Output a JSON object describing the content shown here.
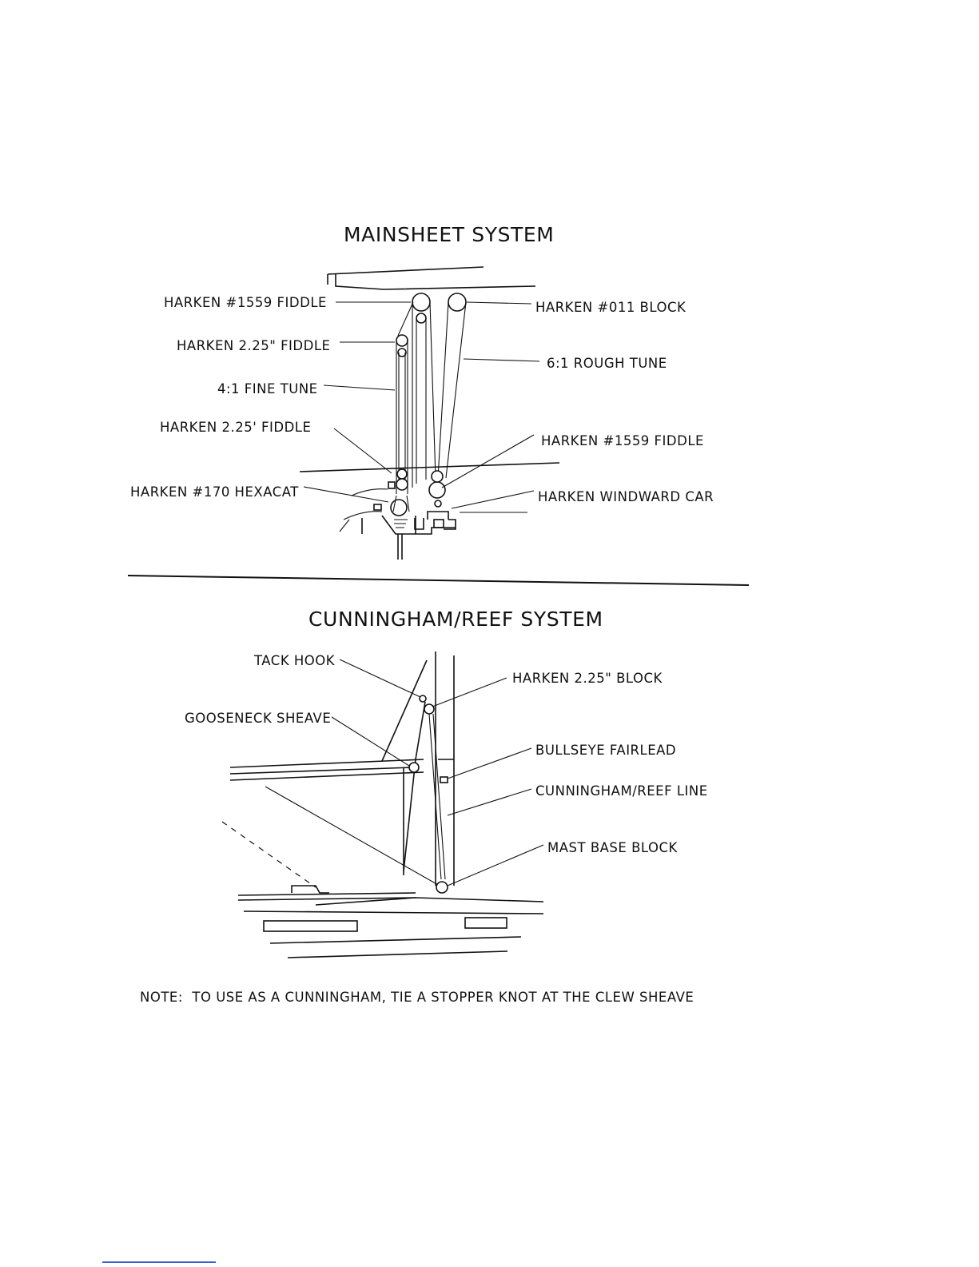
{
  "mainsheet": {
    "title": "MAINSHEET SYSTEM",
    "labels": {
      "fiddle_1559_top": "HARKEN #1559 FIDDLE",
      "fiddle_225_top": "HARKEN 2.25\" FIDDLE",
      "fine_tune": "4:1 FINE TUNE",
      "fiddle_225_bottom": "HARKEN 2.25' FIDDLE",
      "hexacat": "HARKEN #170 HEXACAT",
      "block_011": "HARKEN #011 BLOCK",
      "rough_tune": "6:1 ROUGH TUNE",
      "fiddle_1559_right": "HARKEN #1559 FIDDLE",
      "windward_car": "HARKEN WINDWARD CAR"
    }
  },
  "cunningham": {
    "title": "CUNNINGHAM/REEF SYSTEM",
    "labels": {
      "tack_hook": "TACK HOOK",
      "gooseneck_sheave": "GOOSENECK SHEAVE",
      "block_225": "HARKEN 2.25\" BLOCK",
      "bullseye": "BULLSEYE FAIRLEAD",
      "reef_line": "CUNNINGHAM/REEF LINE",
      "mast_base": "MAST BASE BLOCK"
    }
  },
  "note": "NOTE:  TO USE AS A CUNNINGHAM, TIE A STOPPER KNOT AT THE CLEW SHEAVE"
}
